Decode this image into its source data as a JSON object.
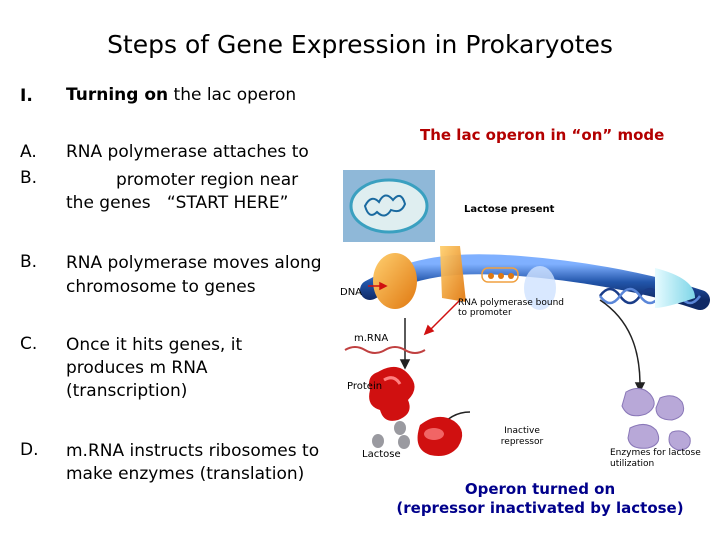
{
  "title": "Steps of Gene Expression in Prokaryotes",
  "outline": [
    {
      "label": "I.",
      "text_bold": "Turning on",
      "text_rest": " the lac operon"
    },
    {
      "label": "A.",
      "text": "RNA polymerase attaches to"
    },
    {
      "label": "B.",
      "text_line1": "promoter region near",
      "text_line2": "the genes   “START HERE”"
    },
    {
      "label": "B.",
      "text_line1": "RNA polymerase moves along",
      "text_line2": "chromosome to genes"
    },
    {
      "label": "C.",
      "text_line1": "Once it hits genes, it",
      "text_line2": "produces m RNA",
      "text_line3": "(transcription)"
    },
    {
      "label": "D.",
      "text_line1": "m.RNA instructs ribosomes to",
      "text_line2": "make enzymes (translation)"
    }
  ],
  "diagram": {
    "heading": "The lac operon in “on” mode",
    "lactose_present": "Lactose present",
    "dna": "DNA",
    "rna_pol_line1": "RNA polymerase bound",
    "rna_pol_line2": "to promoter",
    "mrna": "m.RNA",
    "protein": "Protein",
    "lactose": "Lactose",
    "inactive_line1": "Inactive",
    "inactive_line2": "repressor",
    "enzymes_line1": "Enzymes for lactose",
    "enzymes_line2": "utilization",
    "footer_line1": "Operon turned on",
    "footer_line2": "(repressor inactivated by lactose)"
  },
  "colors": {
    "heading": "#b30000",
    "footer": "#00008b",
    "dna": "#2255aa",
    "repressor": "#d01010",
    "enzymes": "#b0a0d0"
  }
}
